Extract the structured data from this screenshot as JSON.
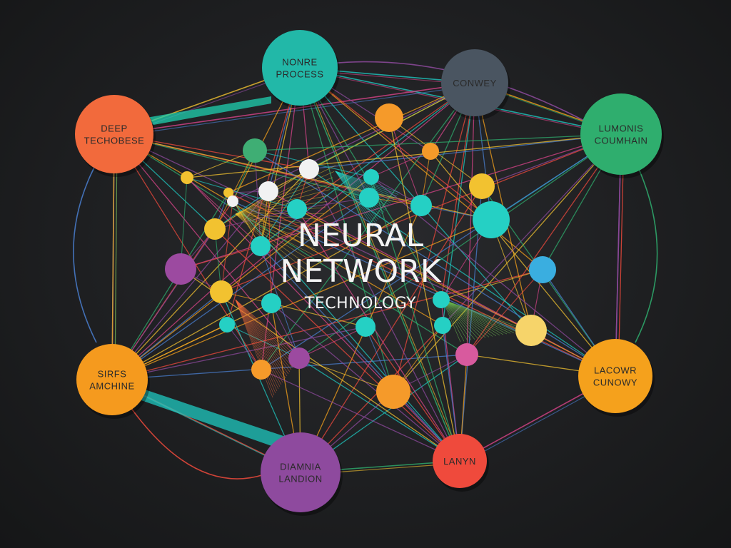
{
  "diagram": {
    "title_line1": "NEURAL",
    "title_line2": "NETWORK",
    "subtitle": "TECHNOLOGY",
    "hubs": [
      {
        "id": "hub-dotted-process",
        "lines": [
          "NONRE",
          "PROCESS"
        ],
        "color": "#22b8a8",
        "text_light": false
      },
      {
        "id": "hub-conway",
        "lines": [
          "CONWEY"
        ],
        "color": "#4a5561",
        "text_light": false
      },
      {
        "id": "hub-deep-technobese",
        "lines": [
          "DEEP",
          "TECHOBESE"
        ],
        "color": "#f26a3c",
        "text_light": false
      },
      {
        "id": "hub-lumonis-communain",
        "lines": [
          "LUMONIS",
          "COUMHAIN"
        ],
        "color": "#2fae6e",
        "text_light": false
      },
      {
        "id": "hub-sir-fs-machine",
        "lines": [
          "SIRFS",
          "AMCHINE"
        ],
        "color": "#f59a1e",
        "text_light": false
      },
      {
        "id": "hub-lacowr-cunowy",
        "lines": [
          "LACOWR",
          "CUNOWY"
        ],
        "color": "#f5a11c",
        "text_light": false
      },
      {
        "id": "hub-diamnia-landion",
        "lines": [
          "DIAMNIA",
          "LANDION"
        ],
        "color": "#8e4a9e",
        "text_light": false
      },
      {
        "id": "hub-lannyn",
        "lines": [
          "LANYN"
        ],
        "color": "#ef4a3c",
        "text_light": false
      }
    ],
    "colors": {
      "background": "#1c1d1f",
      "teal": "#1fc8c0",
      "orange": "#f5a11c",
      "purple": "#8e4a9e",
      "magenta": "#d8448a",
      "green": "#2fae6e",
      "red": "#ef4a3c",
      "blue": "#4a7fd0",
      "yellow": "#f2c230"
    }
  }
}
